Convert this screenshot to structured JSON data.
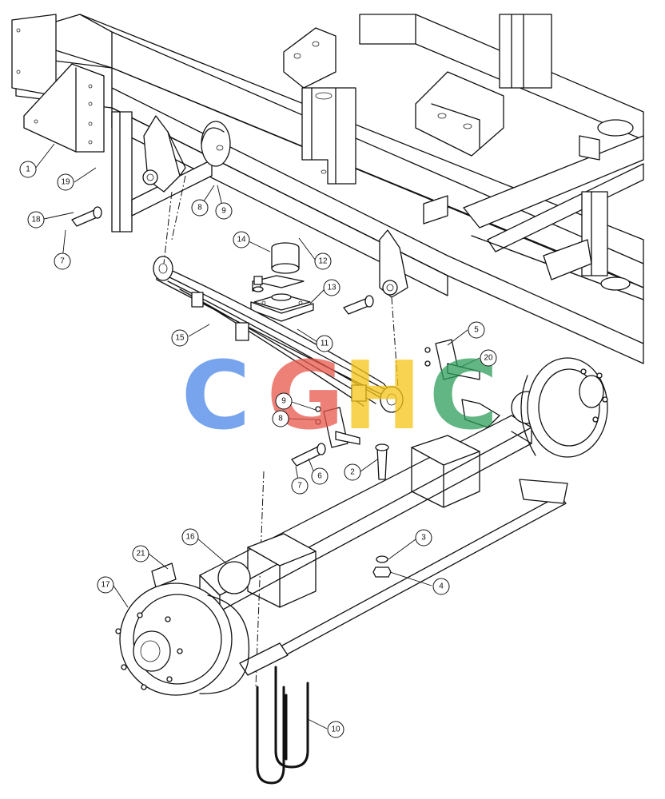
{
  "colors": {
    "line": "#111111",
    "background": "#ffffff",
    "watermark_blue": "#4a86e8",
    "watermark_red": "#e8564a",
    "watermark_yellow": "#f5c518",
    "watermark_green": "#2e9e5b"
  },
  "watermark": {
    "letters": [
      "C",
      "G",
      "H",
      "C"
    ]
  },
  "callouts": [
    {
      "id": "c1",
      "label": "1"
    },
    {
      "id": "c19",
      "label": "19"
    },
    {
      "id": "c18",
      "label": "18"
    },
    {
      "id": "c7a",
      "label": "7"
    },
    {
      "id": "c8a",
      "label": "8"
    },
    {
      "id": "c9a",
      "label": "9"
    },
    {
      "id": "c14",
      "label": "14"
    },
    {
      "id": "c12",
      "label": "12"
    },
    {
      "id": "c13",
      "label": "13"
    },
    {
      "id": "c11",
      "label": "11"
    },
    {
      "id": "c15",
      "label": "15"
    },
    {
      "id": "c5",
      "label": "5"
    },
    {
      "id": "c20",
      "label": "20"
    },
    {
      "id": "c9b",
      "label": "9"
    },
    {
      "id": "c8b",
      "label": "8"
    },
    {
      "id": "c6",
      "label": "6"
    },
    {
      "id": "c7b",
      "label": "7"
    },
    {
      "id": "c2",
      "label": "2"
    },
    {
      "id": "c3",
      "label": "3"
    },
    {
      "id": "c4",
      "label": "4"
    },
    {
      "id": "c16",
      "label": "16"
    },
    {
      "id": "c21",
      "label": "21"
    },
    {
      "id": "c17",
      "label": "17"
    },
    {
      "id": "c10",
      "label": "10"
    }
  ]
}
